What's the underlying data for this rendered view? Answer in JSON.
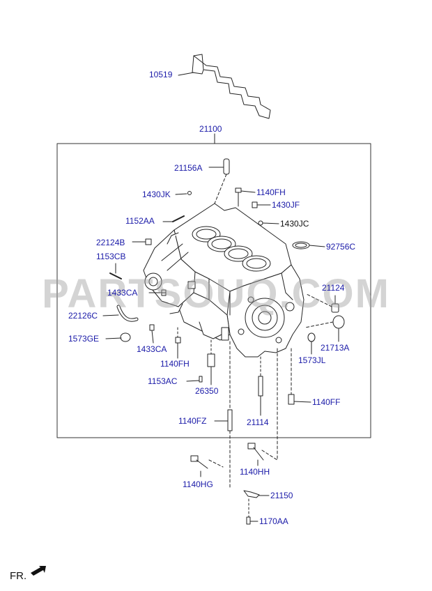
{
  "colors": {
    "label": "#1a1aa8",
    "line": "#222222",
    "watermark": "#a0a0a0"
  },
  "labels": {
    "p10519": "10519",
    "p21100": "21100",
    "p21156A": "21156A",
    "p1430JK": "1430JK",
    "p1140FH_top": "1140FH",
    "p1430JF": "1430JF",
    "p1152AA": "1152AA",
    "p1430JC": "1430JC",
    "p22124B": "22124B",
    "p92756C": "92756C",
    "p1153CB": "1153CB",
    "p1433CA_top": "1433CA",
    "p21124": "21124",
    "p22126C": "22126C",
    "p1573GE": "1573GE",
    "p1433CA_bot": "1433CA",
    "p21713A": "21713A",
    "p1573JL": "1573JL",
    "p1140FH_bot": "1140FH",
    "p1153AC": "1153AC",
    "p26350": "26350",
    "p1140FF": "1140FF",
    "p1140FZ": "1140FZ",
    "p21114": "21114",
    "p1140HH": "1140HH",
    "p1140HG": "1140HG",
    "p21150": "21150",
    "p1170AA": "1170AA"
  },
  "watermark": "PARTSOUQ.COM",
  "direction_label": "FR.",
  "icons": {
    "front_arrow": "arrow-down-left-icon"
  }
}
